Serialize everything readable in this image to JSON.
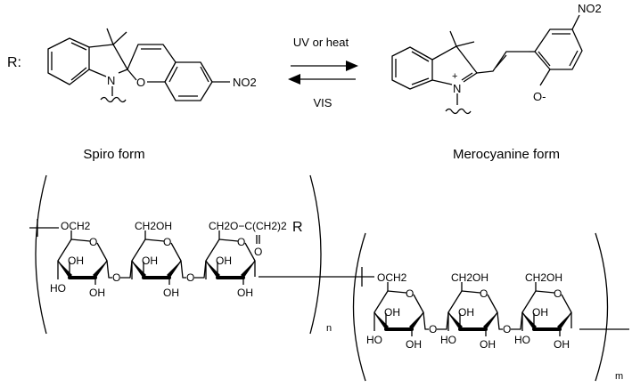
{
  "r_label": "R:",
  "reaction": {
    "forward_label": "UV or heat",
    "reverse_label": "VIS"
  },
  "spiro": {
    "name": "Spiro form",
    "nitro": "NO2",
    "ring_o": "O",
    "n": "N"
  },
  "merocyanine": {
    "name": "Merocyanine form",
    "nitro": "NO2",
    "phenolate": "O-",
    "n": "N",
    "charge": "+"
  },
  "polymer": {
    "chain1": {
      "rings": [
        {
          "top": "OCH2",
          "inner": "OH",
          "left": "HO",
          "bottom": "OH"
        },
        {
          "top": "CH2OH",
          "inner": "OH",
          "left": "",
          "bottom": "OH"
        },
        {
          "top": "CH2O−C(CH2)2",
          "inner": "OH",
          "left": "",
          "bottom": "OH"
        }
      ],
      "r_group": "R",
      "carbonyl_o": "O",
      "link_o": "O",
      "subscript": "n"
    },
    "chain2": {
      "rings": [
        {
          "top": "OCH2",
          "inner": "OH",
          "left": "HO",
          "bottom": "OH"
        },
        {
          "top": "CH2OH",
          "inner": "OH",
          "left": "HO",
          "bottom": "OH"
        },
        {
          "top": "CH2OH",
          "inner": "OH",
          "left": "HO",
          "bottom": "OH"
        }
      ],
      "link_o": "O",
      "subscript": "m"
    }
  }
}
